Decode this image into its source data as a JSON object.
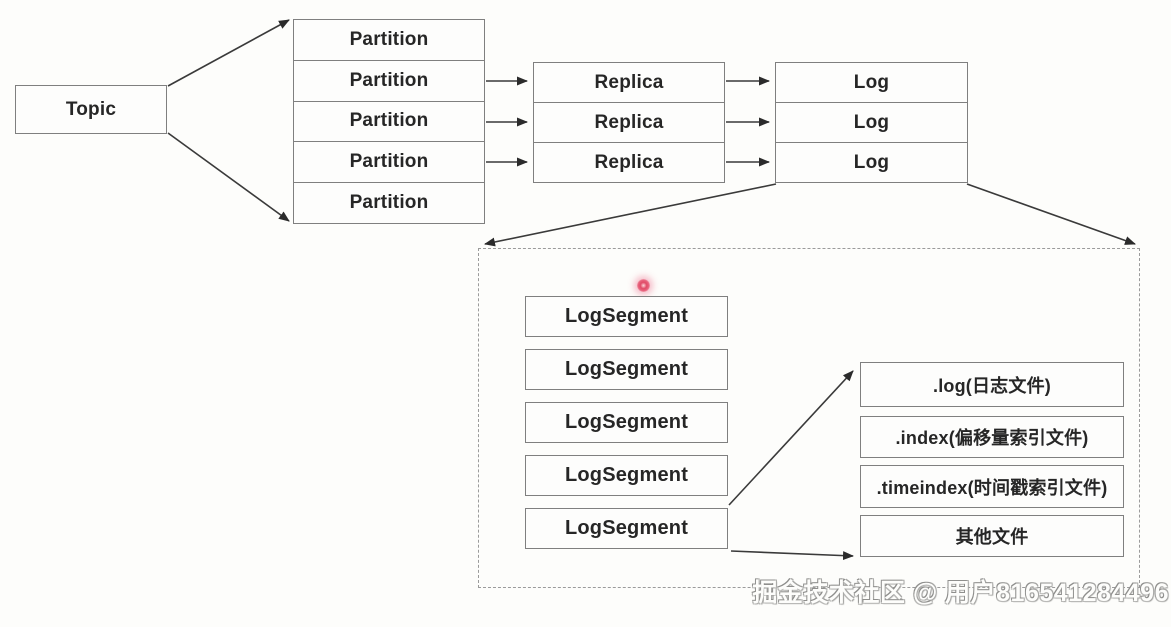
{
  "colors": {
    "background": "#fdfdfb",
    "box_border": "#7f7f7f",
    "box_text": "#262626",
    "arrow": "#3a3a3a",
    "dashed_border": "#9b9b9b",
    "laser_dot": "#e04a66",
    "watermark_outline": "#9f9f9d"
  },
  "topic": {
    "label": "Topic"
  },
  "partitions": [
    "Partition",
    "Partition",
    "Partition",
    "Partition",
    "Partition"
  ],
  "replicas": [
    "Replica",
    "Replica",
    "Replica"
  ],
  "logs": [
    "Log",
    "Log",
    "Log"
  ],
  "log_segments": [
    "LogSegment",
    "LogSegment",
    "LogSegment",
    "LogSegment",
    "LogSegment"
  ],
  "segment_files": [
    ".log(日志文件)",
    ".index(偏移量索引文件)",
    ".timeindex(时间戳索引文件)",
    "其他文件"
  ],
  "watermark": {
    "text": "掘金技术社区 @ 用户816541284496"
  }
}
